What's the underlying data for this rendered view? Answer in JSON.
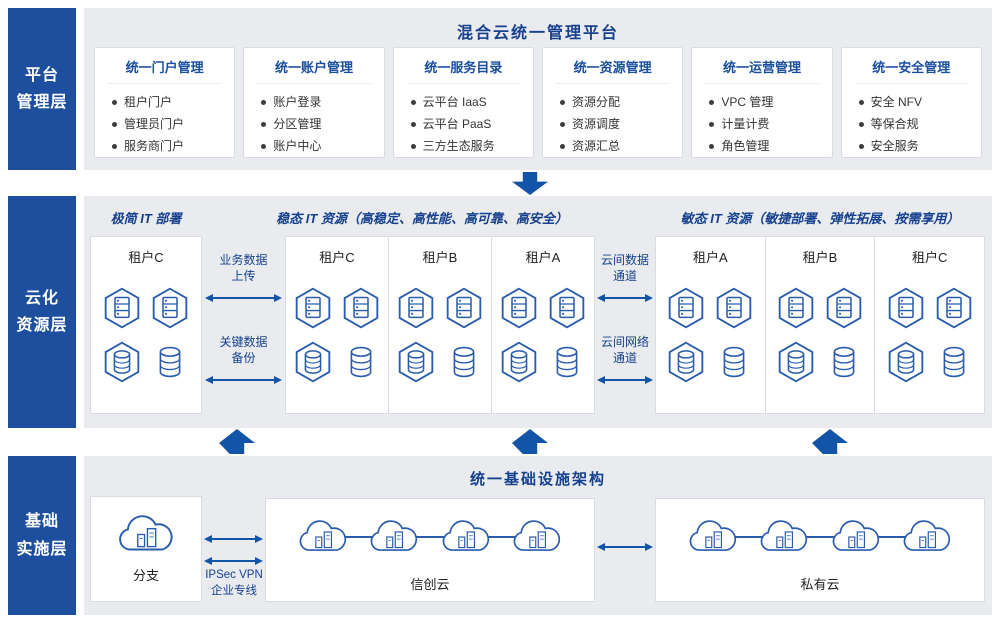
{
  "colors": {
    "accent": "#16418f",
    "layer_label_bg": "#1e4e9e",
    "panel_bg": "#e9ebee",
    "arrow": "#1254a8",
    "icon": "#2a5cad",
    "box_border": "#d9dde3",
    "title_blue": "#1a4fa0",
    "body_text": "#333333"
  },
  "platform_layer": {
    "label": "平台\n管理层",
    "title": "混合云统一管理平台",
    "modules": [
      {
        "title": "统一门户管理",
        "items": [
          "租户门户",
          "管理员门户",
          "服务商门户"
        ]
      },
      {
        "title": "统一账户管理",
        "items": [
          "账户登录",
          "分区管理",
          "账户中心"
        ]
      },
      {
        "title": "统一服务目录",
        "items": [
          "云平台 IaaS",
          "云平台 PaaS",
          "三方生态服务"
        ]
      },
      {
        "title": "统一资源管理",
        "items": [
          "资源分配",
          "资源调度",
          "资源汇总"
        ]
      },
      {
        "title": "统一运营管理",
        "items": [
          "VPC 管理",
          "计量计费",
          "角色管理"
        ]
      },
      {
        "title": "统一安全管理",
        "items": [
          "安全 NFV",
          "等保合规",
          "安全服务"
        ]
      }
    ]
  },
  "cloud_layer": {
    "label": "云化\n资源层",
    "heading_left": "极简 IT 部署",
    "heading_middle": "稳态 IT 资源（高稳定、高性能、高可靠、高安全）",
    "heading_right": "敏态 IT 资源（敏捷部署、弹性拓展、按需享用）",
    "edge_tenant": "租户C",
    "middle_tenants": [
      "租户C",
      "租户B",
      "租户A"
    ],
    "right_tenants": [
      "租户A",
      "租户B",
      "租户C"
    ],
    "conn_upload": "业务数据\n上传",
    "conn_backup": "关键数据\n备份",
    "conn_data_channel": "云间数据\n通道",
    "conn_net_channel": "云间网络\n通道"
  },
  "infra_layer": {
    "label": "基础\n实施层",
    "title": "统一基础设施架构",
    "branch_label": "分支",
    "vpn_label": "IPSec VPN\n企业专线",
    "xinchuang_label": "信创云",
    "private_label": "私有云"
  }
}
